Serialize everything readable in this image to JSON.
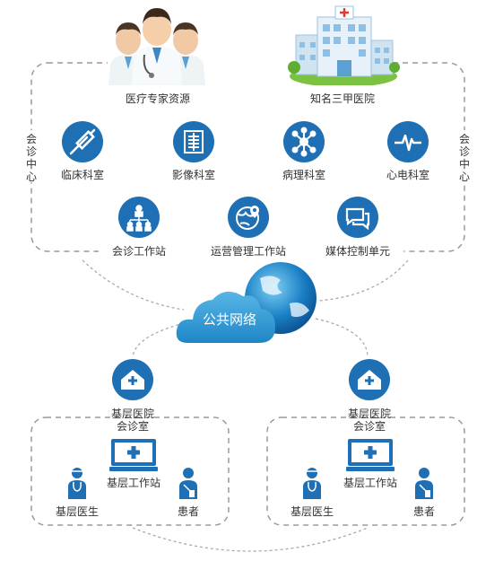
{
  "top": {
    "experts_label": "医疗专家资源",
    "hospital_label": "知名三甲医院",
    "center_left": "会诊中心",
    "center_right": "会诊中心"
  },
  "departments": [
    {
      "label": "临床科室",
      "icon": "syringe-icon"
    },
    {
      "label": "影像科室",
      "icon": "xray-icon"
    },
    {
      "label": "病理科室",
      "icon": "molecule-icon"
    },
    {
      "label": "心电科室",
      "icon": "ecg-icon"
    }
  ],
  "stations": [
    {
      "label": "会诊工作站",
      "icon": "org-chart-icon"
    },
    {
      "label": "运营管理工作站",
      "icon": "globe-pin-icon"
    },
    {
      "label": "媒体控制单元",
      "icon": "chat-bubbles-icon"
    }
  ],
  "network": {
    "label": "公共网络"
  },
  "branches": [
    {
      "hospital_label_1": "基层医院",
      "hospital_label_2": "会诊室",
      "workstation_label": "基层工作站",
      "doctor_label": "基层医生",
      "patient_label": "患者"
    },
    {
      "hospital_label_1": "基层医院",
      "hospital_label_2": "会诊室",
      "workstation_label": "基层工作站",
      "doctor_label": "基层医生",
      "patient_label": "患者"
    }
  ],
  "colors": {
    "primary": "#1f6fb5",
    "dash": "#9a9a9a",
    "cloud": "#2f9ad6",
    "grass": "#7cc242"
  }
}
